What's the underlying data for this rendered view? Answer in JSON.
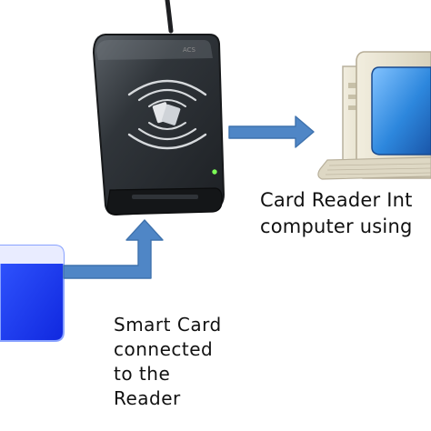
{
  "captions": {
    "reader_interface": [
      "Card Reader Int",
      "computer using"
    ],
    "card_connection": [
      "Smart Card",
      "connected",
      "to the",
      "Reader"
    ]
  },
  "device": {
    "logo": "ACS"
  },
  "colors": {
    "arrow": "#4f86c6",
    "arrow_stroke": "#3f72ad",
    "card": "#1c3cff",
    "reader_body": "#2f3439",
    "monitor_screen": "#2f89df",
    "computer_beige": "#e7e1cc"
  }
}
